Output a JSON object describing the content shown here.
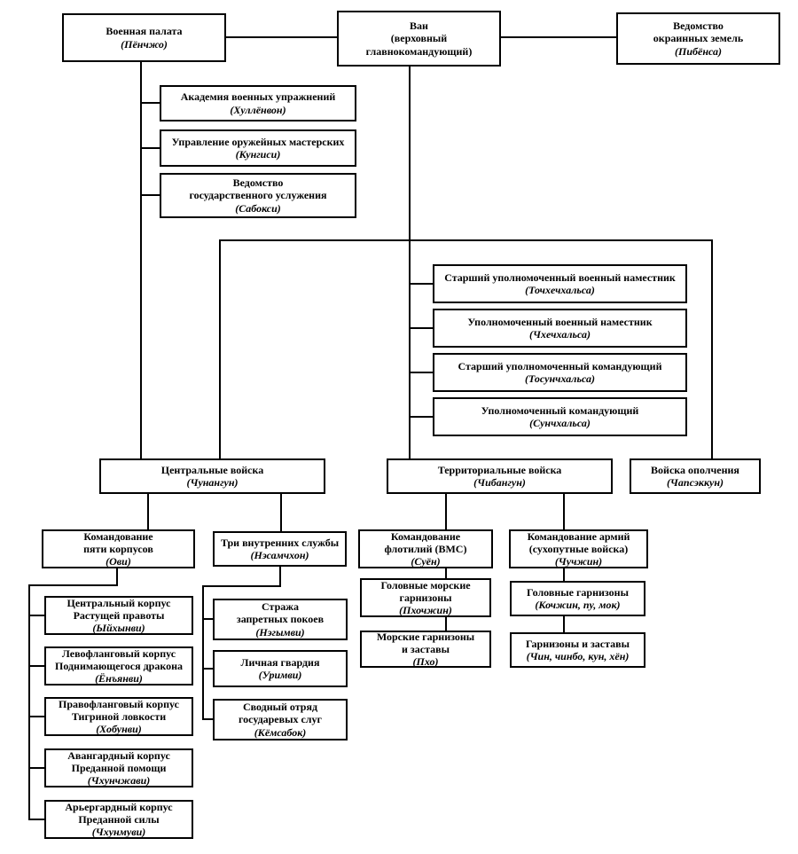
{
  "colors": {
    "background": "#ffffff",
    "line": "#000000",
    "text": "#000000"
  },
  "nodes": {
    "war_ministry": {
      "title": "Военная палата",
      "translit": "(Пёнчжо)"
    },
    "wang": {
      "title": "Ван\n(верховный\nглавнокомандующий)",
      "translit": ""
    },
    "border_office": {
      "title": "Ведомство\nокраинных земель",
      "translit": "(Пибёнса)"
    },
    "academy": {
      "title": "Академия военных упражнений",
      "translit": "(Хуллёнвон)"
    },
    "armory": {
      "title": "Управление оружейных мастерских",
      "translit": "(Кунгиси)"
    },
    "state_service": {
      "title": "Ведомство\nгосударственного услужения",
      "translit": "(Сабокси)"
    },
    "senior_mil_governor": {
      "title": "Старший уполномоченный военный наместник",
      "translit": "(Точхечхальса)"
    },
    "mil_governor": {
      "title": "Уполномоченный военный наместник",
      "translit": "(Чхечхальса)"
    },
    "senior_commander": {
      "title": "Старший уполномоченный командующий",
      "translit": "(Тосунчхальса)"
    },
    "commander": {
      "title": "Уполномоченный командующий",
      "translit": "(Сунчхальса)"
    },
    "central_troops": {
      "title": "Центральные войска",
      "translit": "(Чунангун)"
    },
    "territorial_troops": {
      "title": "Территориальные войска",
      "translit": "(Чибангун)"
    },
    "militia_troops": {
      "title": "Войска ополчения",
      "translit": "(Чапсэккун)"
    },
    "five_corps": {
      "title": "Командование\nпяти корпусов",
      "translit": "(Ови)"
    },
    "three_services": {
      "title": "Три внутренних службы",
      "translit": "(Нэсамчхон)"
    },
    "navy_command": {
      "title": "Командование\nфлотилий (ВМС)",
      "translit": "(Суён)"
    },
    "army_command": {
      "title": "Командование армий\n(сухопутные войска)",
      "translit": "(Чучжин)"
    },
    "corps_central": {
      "title": "Центральный корпус\nРастущей правоты",
      "translit": "(Ыйхынви)"
    },
    "corps_left": {
      "title": "Левофланговый корпус\nПоднимающегося дракона",
      "translit": "(Ёнъянви)"
    },
    "corps_right": {
      "title": "Правофланговый корпус\nТигриной ловкости",
      "translit": "(Хобунви)"
    },
    "corps_vanguard": {
      "title": "Авангардный корпус\nПреданной помощи",
      "translit": "(Чхунчжави)"
    },
    "corps_rearguard": {
      "title": "Арьергардный корпус\nПреданной силы",
      "translit": "(Чхунмуви)"
    },
    "forbidden_guard": {
      "title": "Стража\nзапретных покоев",
      "translit": "(Нэгымви)"
    },
    "personal_guard": {
      "title": "Личная гвардия",
      "translit": "(Уримви)"
    },
    "servants_unit": {
      "title": "Сводный отряд\nгосударевых слуг",
      "translit": "(Кёмсабок)"
    },
    "main_naval_garrisons": {
      "title": "Головные морские\nгарнизоны",
      "translit": "(Пхочжин)"
    },
    "naval_garrisons": {
      "title": "Морские гарнизоны\nи заставы",
      "translit": "(Пхо)"
    },
    "main_garrisons": {
      "title": "Головные гарнизоны",
      "translit": "(Кочжин, пу, мок)"
    },
    "garrisons_outposts": {
      "title": "Гарнизоны и заставы",
      "translit": "(Чин, чинбо, кун, хён)"
    }
  }
}
